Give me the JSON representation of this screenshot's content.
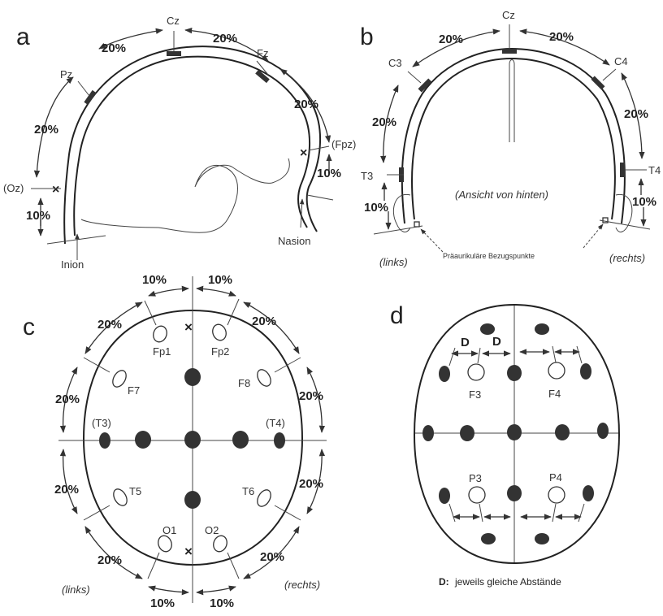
{
  "panels": {
    "a": {
      "letter": "a",
      "electrodes": {
        "cz": "Cz",
        "fz": "Fz",
        "pz": "Pz",
        "fpz": "(Fpz)",
        "oz": "(Oz)"
      },
      "percent": {
        "p20a": "20%",
        "p20b": "20%",
        "p20c": "20%",
        "p20d": "20%",
        "p10a": "10%",
        "p10b": "10%"
      },
      "landmarks": {
        "nasion": "Nasion",
        "inion": "Inion"
      }
    },
    "b": {
      "letter": "b",
      "electrodes": {
        "cz": "Cz",
        "c3": "C3",
        "c4": "C4",
        "t3": "T3",
        "t4": "T4"
      },
      "percent": {
        "p20a": "20%",
        "p20b": "20%",
        "p20c": "20%",
        "p20d": "20%",
        "p10a": "10%",
        "p10b": "10%"
      },
      "view_note": "(Ansicht von hinten)",
      "left": "(links)",
      "right": "(rechts)",
      "reference": "Präaurikuläre Bezugspunkte"
    },
    "c": {
      "letter": "c",
      "electrodes": {
        "fp1": "Fp1",
        "fp2": "Fp2",
        "f7": "F7",
        "f8": "F8",
        "t3": "(T3)",
        "t4": "(T4)",
        "t5": "T5",
        "t6": "T6",
        "o1": "O1",
        "o2": "O2"
      },
      "percent": {
        "p10a": "10%",
        "p10b": "10%",
        "p20a": "20%",
        "p20b": "20%",
        "p20c": "20%",
        "p20d": "20%",
        "p20e": "20%",
        "p20f": "20%",
        "p20g": "20%",
        "p20h": "20%",
        "p10c": "10%",
        "p10d": "10%"
      },
      "left": "(links)",
      "right": "(rechts)"
    },
    "d": {
      "letter": "d",
      "electrodes": {
        "f3": "F3",
        "f4": "F4",
        "p3": "P3",
        "p4": "P4"
      },
      "distance_label": "D",
      "legend_key": "D:",
      "legend_text": "jeweils gleiche Abstände"
    }
  },
  "colors": {
    "ink": "#333333",
    "background": "#ffffff"
  }
}
